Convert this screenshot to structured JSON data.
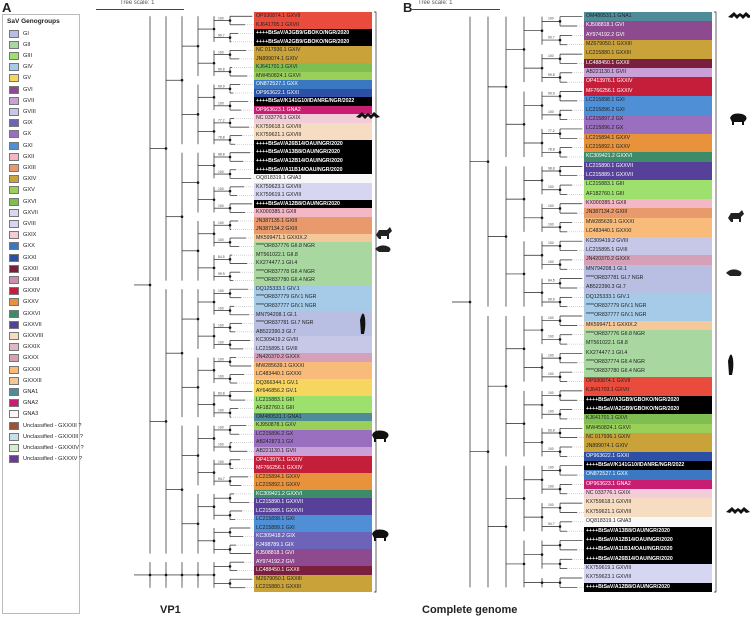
{
  "panel_a": {
    "letter": "A",
    "tree_scale": "Tree scale: 1",
    "title": "VP1"
  },
  "panel_b": {
    "letter": "B",
    "tree_scale": "Tree scale: 1",
    "title": "Complete genome"
  },
  "legend": {
    "title": "SaV Genogroups",
    "items": [
      {
        "label": "GI",
        "color": "#b8bfe3"
      },
      {
        "label": "GII",
        "color": "#a8d8a0"
      },
      {
        "label": "GIII",
        "color": "#9ee06e"
      },
      {
        "label": "GIV",
        "color": "#a6cbe8"
      },
      {
        "label": "GV",
        "color": "#f6d65e"
      },
      {
        "label": "GVI",
        "color": "#8e4a8e"
      },
      {
        "label": "GVII",
        "color": "#c9a0d8"
      },
      {
        "label": "GVIII",
        "color": "#c7c7e8"
      },
      {
        "label": "GIX",
        "color": "#6d63b8"
      },
      {
        "label": "GX",
        "color": "#9b6fbf"
      },
      {
        "label": "GXI",
        "color": "#4f8fd6"
      },
      {
        "label": "GXII",
        "color": "#f4b7c6"
      },
      {
        "label": "GXIII",
        "color": "#e89a6c"
      },
      {
        "label": "GXIV",
        "color": "#c9a23a"
      },
      {
        "label": "GXV",
        "color": "#9ad05a"
      },
      {
        "label": "GXVI",
        "color": "#7fbf52"
      },
      {
        "label": "GXVII",
        "color": "#ddd6ef"
      },
      {
        "label": "GVIII",
        "color": "#d6d6f2"
      },
      {
        "label": "GXIX",
        "color": "#f2ccd8"
      },
      {
        "label": "GXX",
        "color": "#3a78c2"
      },
      {
        "label": "GXXI",
        "color": "#2d4fa6"
      },
      {
        "label": "GXXII",
        "color": "#7a1f3d"
      },
      {
        "label": "GXXIII",
        "color": "#cc8fb0"
      },
      {
        "label": "GXXIV",
        "color": "#c41e3a"
      },
      {
        "label": "GXXV",
        "color": "#e8923c"
      },
      {
        "label": "GXXVI",
        "color": "#3e8b6a"
      },
      {
        "label": "GXXVII",
        "color": "#56409a"
      },
      {
        "label": "GXXVIII",
        "color": "#f6dcc0"
      },
      {
        "label": "GXXIX",
        "color": "#e2b6c8"
      },
      {
        "label": "GXXX",
        "color": "#d6a0b8"
      },
      {
        "label": "GXXXI",
        "color": "#f8bb7a"
      },
      {
        "label": "GXXXII",
        "color": "#f5c89a"
      },
      {
        "label": "GNA1",
        "color": "#4e8c9a"
      },
      {
        "label": "GNA2",
        "color": "#c81d72"
      },
      {
        "label": "GNA3",
        "color": "#f8f8f8"
      },
      {
        "label": "Unclassified - GXXXII ?",
        "color": "#a0522d"
      },
      {
        "label": "Unclassified - GXXXIII ?",
        "color": "#c4e0e8"
      },
      {
        "label": "Unclassified - GXXXIV ?",
        "color": "#d8ecd0"
      },
      {
        "label": "Unclassified - GXXXV ?",
        "color": "#6a3a9a"
      }
    ]
  },
  "tips_a": [
    {
      "t": "OP930874.1 GXVII",
      "c": "#e94b3c"
    },
    {
      "t": "KJ641705.1 GXVII",
      "c": "#e94b3c"
    },
    {
      "t": "++++BtSaV/A3GB9/GBOKO/NGR/2020",
      "c": "#000000",
      "w": 1
    },
    {
      "t": "++++BtSaV/A2GB9/GBOKO/NGR/2020",
      "c": "#000000",
      "w": 1
    },
    {
      "t": "NC 017936.1 GXIV",
      "c": "#c9a23a"
    },
    {
      "t": "JN899074.1 GXIV",
      "c": "#c9a23a"
    },
    {
      "t": "KJ641701.1 GXVI",
      "c": "#7fbf52"
    },
    {
      "t": "MW450824.1 GXVI",
      "c": "#9ad05a"
    },
    {
      "t": "ON872527.1 GXX",
      "c": "#3a78c2"
    },
    {
      "t": "OP963622.1 GXXI",
      "c": "#2d4fa6"
    },
    {
      "t": "++++BtSaV/K141G10/IDANRE/NGR/2022",
      "c": "#000000",
      "w": 1
    },
    {
      "t": "OP963623.1 GNA2",
      "c": "#c81d72"
    },
    {
      "t": "NC 033776.1 GXIX",
      "c": "#f2ccd8"
    },
    {
      "t": "KX759618.1 GXVIII",
      "c": "#f6dcc0"
    },
    {
      "t": "KX759621.1 GXVIII",
      "c": "#f6dcc0"
    },
    {
      "t": "++++BtSaV/A26B14/OAU/NGR/2020",
      "c": "#000000",
      "w": 1
    },
    {
      "t": "++++BtSaV/A13B8/OAU/NGR/2020",
      "c": "#000000",
      "w": 1
    },
    {
      "t": "++++BtSaV/A12B14/OAU/NGR/2020",
      "c": "#000000",
      "w": 1
    },
    {
      "t": "++++BtSaV/A11B14/OAU/NGR/2020",
      "c": "#000000",
      "w": 1
    },
    {
      "t": "OQ818319.1 GNA3",
      "c": "#f8f8f8"
    },
    {
      "t": "KX759623.1 GXVIII",
      "c": "#d6d6f2"
    },
    {
      "t": "KX759619.1 GXVIII",
      "c": "#d6d6f2"
    },
    {
      "t": "++++BtSaV/A12B8/OAU/NGR/2020",
      "c": "#000000",
      "w": 1
    },
    {
      "t": "KX000385.1 GXII",
      "c": "#f4b7c6"
    },
    {
      "t": "JN387135.1 GXIII",
      "c": "#e89a6c"
    },
    {
      "t": "JN387134.2 GXIII",
      "c": "#e89a6c"
    },
    {
      "t": "MK599471.1 GXXIX.2",
      "c": "#f5c89a"
    },
    {
      "t": "****OR837776 GII.8 NGR",
      "c": "#a8d8a0"
    },
    {
      "t": "MT561022.1 GII.8",
      "c": "#a8d8a0"
    },
    {
      "t": "KX274477.1 GII.4",
      "c": "#a8d8a0"
    },
    {
      "t": "****OR837778 GII.4 NGR",
      "c": "#a8d8a0"
    },
    {
      "t": "****OR837780 GII.4 NGR",
      "c": "#a8d8a0"
    },
    {
      "t": "DQ125333.1 GIV.1",
      "c": "#a6cbe8"
    },
    {
      "t": "****OR837779 GIV.1 NGR",
      "c": "#a6cbe8"
    },
    {
      "t": "****OR837777 GIV.1 NGR",
      "c": "#a6cbe8"
    },
    {
      "t": "MN794208.1 GI.1",
      "c": "#b8bfe3"
    },
    {
      "t": "****OR837781 GI.7 NGR",
      "c": "#b8bfe3"
    },
    {
      "t": "AB522390.3 GI.7",
      "c": "#b8bfe3"
    },
    {
      "t": "KC309419.2 GVIII",
      "c": "#c7c7e8"
    },
    {
      "t": "LC215895.1 GVIII",
      "c": "#c7c7e8"
    },
    {
      "t": "JN420370.2 GXXX",
      "c": "#d6a0b8"
    },
    {
      "t": "MW285639.1 GXXXI",
      "c": "#f8bb7a"
    },
    {
      "t": "LC483440.1 GXXXI",
      "c": "#f8bb7a"
    },
    {
      "t": "DQ366344.1 GV.1",
      "c": "#f6d65e"
    },
    {
      "t": "AY646856.2 GV.1",
      "c": "#f6d65e"
    },
    {
      "t": "LC215883.1 GIII",
      "c": "#9ee06e"
    },
    {
      "t": "AF182760.1 GIII",
      "c": "#9ee06e"
    },
    {
      "t": "OM480531.1 GNA1",
      "c": "#4e8c9a"
    },
    {
      "t": "KJ950878.1 GXV",
      "c": "#9ad05a"
    },
    {
      "t": "LC215896.2 GX",
      "c": "#9b6fbf"
    },
    {
      "t": "AB242873.1 GX",
      "c": "#9b6fbf"
    },
    {
      "t": "AB221130.1 GVII",
      "c": "#c9a0d8"
    },
    {
      "t": "OP413976.1 GXXIV",
      "c": "#c41e3a"
    },
    {
      "t": "MF766256.1 GXXIV",
      "c": "#c41e3a"
    },
    {
      "t": "LC215894.1 GXXV",
      "c": "#e8923c"
    },
    {
      "t": "LC215892.1 GXXV",
      "c": "#e8923c"
    },
    {
      "t": "KC309421.2 GXXVI",
      "c": "#3e8b6a"
    },
    {
      "t": "LC215890.1 GXXVII",
      "c": "#56409a"
    },
    {
      "t": "LC215889.1 GXXVII",
      "c": "#56409a"
    },
    {
      "t": "LC215898.1 GXI",
      "c": "#4f8fd6"
    },
    {
      "t": "LC215899.1 GXI",
      "c": "#4f8fd6"
    },
    {
      "t": "KC309418.2 GIX",
      "c": "#6d63b8"
    },
    {
      "t": "FJ498789.1 GIX",
      "c": "#6d63b8"
    },
    {
      "t": "KJ508818.1 GVI",
      "c": "#8e4a8e"
    },
    {
      "t": "AY974192.2 GVI",
      "c": "#8e4a8e"
    },
    {
      "t": "LC488450.1 GXXII",
      "c": "#7a1f3d"
    },
    {
      "t": "MZ679050.1 GXXIII",
      "c": "#c9a23a"
    },
    {
      "t": "LC215880.1 GXXIII",
      "c": "#c9a23a"
    }
  ],
  "tips_b": [
    {
      "t": "OM480531.1 GNA1",
      "c": "#4e8c9a"
    },
    {
      "t": "KJ508818.1 GVI",
      "c": "#8e4a8e"
    },
    {
      "t": "AY974192.2 GVI",
      "c": "#8e4a8e"
    },
    {
      "t": "MZ679050.1 GXXIII",
      "c": "#c9a23a"
    },
    {
      "t": "LC215880.1 GXXIII",
      "c": "#c9a23a"
    },
    {
      "t": "LC488450.1 GXXII",
      "c": "#7a1f3d"
    },
    {
      "t": "AB221130.1 GVII",
      "c": "#c9a0d8"
    },
    {
      "t": "OP413976.1 GXXIV",
      "c": "#c41e3a"
    },
    {
      "t": "MF766256.1 GXXIV",
      "c": "#c41e3a"
    },
    {
      "t": "LC215898.1 GXI",
      "c": "#4f8fd6"
    },
    {
      "t": "LC215896.2 GXI",
      "c": "#4f8fd6"
    },
    {
      "t": "LC215897.2 GX",
      "c": "#9b6fbf"
    },
    {
      "t": "LC215896.2 GX",
      "c": "#9b6fbf"
    },
    {
      "t": "LC215894.1 GXXV",
      "c": "#e8923c"
    },
    {
      "t": "LC215892.1 GXXV",
      "c": "#e8923c"
    },
    {
      "t": "KC309421.2 GXXVI",
      "c": "#3e8b6a"
    },
    {
      "t": "LC215890.1 GXXVII",
      "c": "#56409a"
    },
    {
      "t": "LC215889.1 GXXVII",
      "c": "#56409a"
    },
    {
      "t": "LC215883.1 GIII",
      "c": "#9ee06e"
    },
    {
      "t": "AF182760.1 GIII",
      "c": "#9ee06e"
    },
    {
      "t": "KX000385.1 GXII",
      "c": "#f4b7c6"
    },
    {
      "t": "JN387134.2 GXIII",
      "c": "#e89a6c"
    },
    {
      "t": "MW285639.1 GXXXI",
      "c": "#f8bb7a"
    },
    {
      "t": "LC483440.1 GXXXI",
      "c": "#f8bb7a"
    },
    {
      "t": "KC309419.2 GVIII",
      "c": "#c7c7e8"
    },
    {
      "t": "LC215895.1 GVIII",
      "c": "#c7c7e8"
    },
    {
      "t": "JN420370.2 GXXX",
      "c": "#d6a0b8"
    },
    {
      "t": "MN794208.1 GI.1",
      "c": "#b8bfe3"
    },
    {
      "t": "****OR837781 GI.7 NGR",
      "c": "#b8bfe3"
    },
    {
      "t": "AB522390.3 GI.7",
      "c": "#b8bfe3"
    },
    {
      "t": "DQ125333.1 GIV.1",
      "c": "#a6cbe8"
    },
    {
      "t": "****OR837779 GIV.1 NGR",
      "c": "#a6cbe8"
    },
    {
      "t": "****OR837777 GIV.1 NGR",
      "c": "#a6cbe8"
    },
    {
      "t": "MK599471.1 GXXIX.2",
      "c": "#f5c89a"
    },
    {
      "t": "****OR837776 GII.8 NGR",
      "c": "#a8d8a0"
    },
    {
      "t": "MT561022.1 GII.8",
      "c": "#a8d8a0"
    },
    {
      "t": "KX274477.1 GII.4",
      "c": "#a8d8a0"
    },
    {
      "t": "****OR837774 GII.4 NGR",
      "c": "#a8d8a0"
    },
    {
      "t": "****OR837780 GII.4 NGR",
      "c": "#a8d8a0"
    },
    {
      "t": "OP930874.1 GXVII",
      "c": "#e94b3c"
    },
    {
      "t": "KJ641703.1 GXVII",
      "c": "#e94b3c"
    },
    {
      "t": "++++BtSaV/A3GB9/GBOKO/NGR/2020",
      "c": "#000000",
      "w": 1
    },
    {
      "t": "++++BtSaV/A2GB9/GBOKO/NGR/2020",
      "c": "#000000",
      "w": 1
    },
    {
      "t": "KJ641701.1 GXVI",
      "c": "#7fbf52"
    },
    {
      "t": "MW450824.1 GXVI",
      "c": "#9ad05a"
    },
    {
      "t": "NC 017936.1 GXIV",
      "c": "#c9a23a"
    },
    {
      "t": "JN899074.1 GXIV",
      "c": "#c9a23a"
    },
    {
      "t": "OP963622.1 GXXI",
      "c": "#2d4fa6"
    },
    {
      "t": "++++BtSaV/K141G10/IDANRE/NGR/2022",
      "c": "#000000",
      "w": 1
    },
    {
      "t": "ON872527.1 GXX",
      "c": "#3a78c2"
    },
    {
      "t": "OP963623.1 GNA2",
      "c": "#c81d72"
    },
    {
      "t": "NC 033776.1 GXIX",
      "c": "#f2ccd8"
    },
    {
      "t": "KX759618.1 GXVIII",
      "c": "#f6dcc0"
    },
    {
      "t": "KX759621.1 GXVIII",
      "c": "#f6dcc0"
    },
    {
      "t": "OQ818319.1 GNA3",
      "c": "#f8f8f8"
    },
    {
      "t": "++++BtSaV/A13B8/OAU/NGR/2020",
      "c": "#000000",
      "w": 1
    },
    {
      "t": "++++BtSaV/A12B14/OAU/NGR/2020",
      "c": "#000000",
      "w": 1
    },
    {
      "t": "++++BtSaV/A11B14/OAU/NGR/2020",
      "c": "#000000",
      "w": 1
    },
    {
      "t": "++++BtSaV/A26B14/OAU/NGR/2020",
      "c": "#000000",
      "w": 1
    },
    {
      "t": "KX759619.1 GXVIII",
      "c": "#d6d6f2"
    },
    {
      "t": "KX759623.1 GXVIII",
      "c": "#d6d6f2"
    },
    {
      "t": "++++BtSaV/A12B8/OAU/NGR/2020",
      "c": "#000000",
      "w": 1
    }
  ],
  "bootstrap_values": [
    "100",
    "99.7",
    "100",
    "99.8",
    "99.9",
    "100",
    "77.2",
    "78.8",
    "98.8",
    "100",
    "100",
    "100",
    "100",
    "100",
    "84.5",
    "99.9",
    "100",
    "100",
    "100",
    "100",
    "100",
    "100",
    "83.8",
    "100",
    "100",
    "100",
    "100",
    "94.7"
  ]
}
